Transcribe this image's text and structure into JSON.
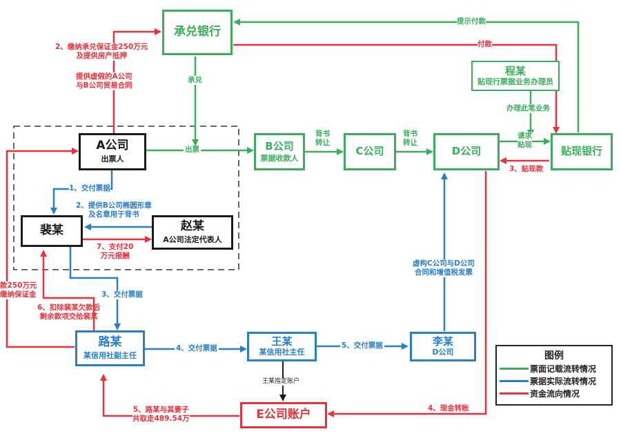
{
  "colors": {
    "note_flow": "#3aae5c",
    "actual_flow": "#2a7fc4",
    "fund_flow": "#e8313c",
    "neutral": "#1a1a1a",
    "group_border": "#666666"
  },
  "nodes": {
    "acceptance_bank": {
      "title": "承兑银行",
      "subtitle": ""
    },
    "company_a": {
      "title": "A公司",
      "subtitle": "出票人"
    },
    "pei": {
      "title": "裴某",
      "subtitle": ""
    },
    "zhao": {
      "title": "赵某",
      "subtitle": "A公司法定代表人"
    },
    "company_b": {
      "title": "B公司",
      "subtitle": "票据收款人"
    },
    "company_c": {
      "title": "C公司",
      "subtitle": ""
    },
    "company_d": {
      "title": "D公司",
      "subtitle": ""
    },
    "cheng": {
      "title": "程某",
      "subtitle": "贴现行票据业务办理员"
    },
    "discount_bank": {
      "title": "贴现银行",
      "subtitle": ""
    },
    "lu": {
      "title": "路某",
      "subtitle": "某信用社副主任"
    },
    "wang": {
      "title": "王某",
      "subtitle": "某信用社主任"
    },
    "li": {
      "title": "李某",
      "subtitle": "D公司"
    },
    "company_e": {
      "title": "E公司账户",
      "subtitle": ""
    }
  },
  "edges": {
    "present_payment": "提示付款",
    "payment": "付款",
    "deposit_margin": [
      "2、缴纳承兑保证金250万元",
      "及提供房产抵押"
    ],
    "fake_contract": [
      "提供虚假的A公司",
      "与B公司贸易合同"
    ],
    "accept": "承兑",
    "issue_note": "出票",
    "endorse_1": [
      "背书",
      "转让"
    ],
    "endorse_2": [
      "背书",
      "转让"
    ],
    "handle_business": "办理此笔业务",
    "request_discount": [
      "请求",
      "贴现"
    ],
    "discount_money": "3、贴现款",
    "deliver_1": "1、交付票据",
    "provide_seal": [
      "2、提供B公司椭圆形章",
      "及名章用于背书"
    ],
    "pay_reward": [
      "7、支付20",
      "万元报酬"
    ],
    "loan_margin": [
      "款250万元",
      "缴纳保证金"
    ],
    "deliver_3": "3、交付票据",
    "deduct_debt": [
      "6、扣除裴某欠款后",
      "剩余款项交给裴某"
    ],
    "deliver_4": "4、交付票据",
    "deliver_5": "5、交付票据",
    "fake_invoice": [
      "虚构C公司与D公司",
      "合同和增值税发票"
    ],
    "wang_account": "王某指定账户",
    "cash_transfer": "4、现金转账",
    "withdraw": [
      "5、路某与其妻子",
      "共取走489.54万"
    ]
  },
  "legend": {
    "title": "图例",
    "items": [
      {
        "label": "票面记载流转情况",
        "color": "#3aae5c"
      },
      {
        "label": "票据实际流转情况",
        "color": "#2a7fc4"
      },
      {
        "label": "资金流向情况",
        "color": "#e8313c"
      }
    ]
  }
}
